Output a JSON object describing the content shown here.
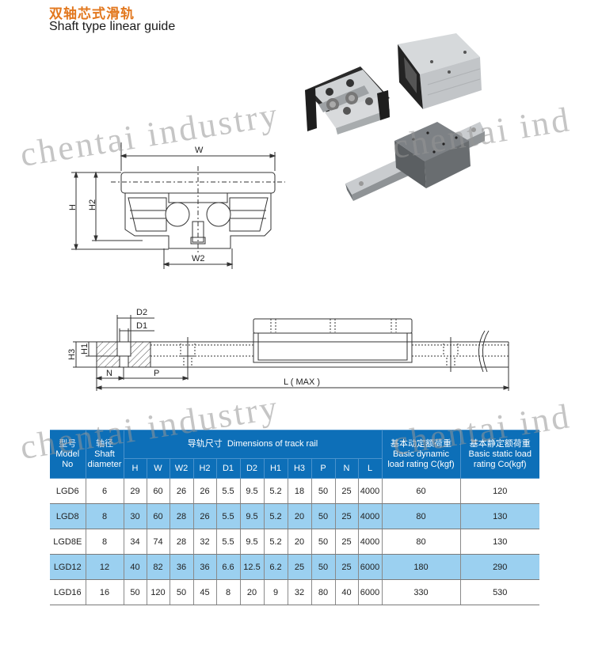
{
  "header": {
    "title_cn": "双轴芯式滑轨",
    "title_en": "Shaft type linear guide"
  },
  "watermark": {
    "text_1": "chentai industry",
    "text_2": "chentai ind"
  },
  "colors": {
    "title_accent": "#e2771d",
    "table_header_bg": "#0d6fb8",
    "table_alt_row_bg": "#9bd0f0"
  },
  "cross_section_diagram": {
    "label_w": "W",
    "label_h": "H",
    "label_h2": "H2",
    "label_w2": "W2"
  },
  "side_view_diagram": {
    "label_d2": "D2",
    "label_d1": "D1",
    "label_h1": "H1",
    "label_h3": "H3",
    "label_n": "N",
    "label_p": "P",
    "label_l": "L ( MAX )"
  },
  "table": {
    "header": {
      "model_cn": "型号",
      "model_en_1": "Model",
      "model_en_2": "No",
      "shaft_cn": "轴径",
      "shaft_en_1": "Shaft",
      "shaft_en_2": "diameter",
      "dims_cn": "导轨尺寸",
      "dims_en": "Dimensions of track rail",
      "dynamic_cn": "基本动定额荷重",
      "dynamic_en_1": "Basic dynamic",
      "dynamic_en_2": "load rating C(kgf)",
      "static_cn": "基本静定额荷重",
      "static_en_1": "Basic static load",
      "static_en_2": "rating Co(kgf)",
      "dim_columns": [
        "H",
        "W",
        "W2",
        "H2",
        "D1",
        "D2",
        "H1",
        "H3",
        "P",
        "N",
        "L"
      ]
    },
    "rows": [
      {
        "model": "LGD6",
        "shaft": "6",
        "H": "29",
        "W": "60",
        "W2": "26",
        "H2": "26",
        "D1": "5.5",
        "D2": "9.5",
        "H1": "5.2",
        "H3": "18",
        "P": "50",
        "N": "25",
        "L": "4000",
        "dynamic": "60",
        "static": "120"
      },
      {
        "model": "LGD8",
        "shaft": "8",
        "H": "30",
        "W": "60",
        "W2": "28",
        "H2": "26",
        "D1": "5.5",
        "D2": "9.5",
        "H1": "5.2",
        "H3": "20",
        "P": "50",
        "N": "25",
        "L": "4000",
        "dynamic": "80",
        "static": "130"
      },
      {
        "model": "LGD8E",
        "shaft": "8",
        "H": "34",
        "W": "74",
        "W2": "28",
        "H2": "32",
        "D1": "5.5",
        "D2": "9.5",
        "H1": "5.2",
        "H3": "20",
        "P": "50",
        "N": "25",
        "L": "4000",
        "dynamic": "80",
        "static": "130"
      },
      {
        "model": "LGD12",
        "shaft": "12",
        "H": "40",
        "W": "82",
        "W2": "36",
        "H2": "36",
        "D1": "6.6",
        "D2": "12.5",
        "H1": "6.2",
        "H3": "25",
        "P": "50",
        "N": "25",
        "L": "6000",
        "dynamic": "180",
        "static": "290"
      },
      {
        "model": "LGD16",
        "shaft": "16",
        "H": "50",
        "W": "120",
        "W2": "50",
        "H2": "45",
        "D1": "8",
        "D2": "20",
        "H1": "9",
        "H3": "32",
        "P": "80",
        "N": "40",
        "L": "6000",
        "dynamic": "330",
        "static": "530"
      }
    ]
  }
}
